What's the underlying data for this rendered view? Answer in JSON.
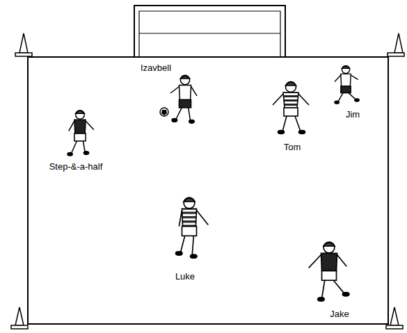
{
  "diagram": {
    "labels": [
      "Izavbell",
      "Tom",
      "Jim",
      "Step-&-a-half",
      "Luke",
      "Jake"
    ]
  }
}
